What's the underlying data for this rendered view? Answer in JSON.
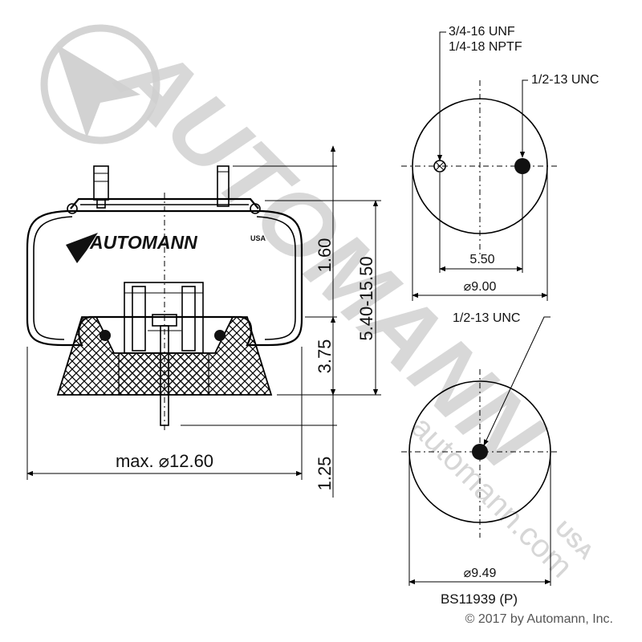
{
  "watermark": {
    "brand": "AUTOMANN",
    "url": "automann.com",
    "mark": "USA",
    "color": "#cfcfcf"
  },
  "logo": {
    "brand": "AUTOMANN",
    "mark": "USA"
  },
  "side_view": {
    "max_diameter_label": "max. ⌀12.60",
    "dims": {
      "top_height": "1.60",
      "base_height": "3.75",
      "stud_length": "1.25",
      "overall_range": "5.40-15.50"
    }
  },
  "top_plate_view": {
    "port_labels": [
      "3/4-16 UNF",
      "1/4-18 NPTF"
    ],
    "stud_label": "1/2-13 UNC",
    "spacing": "5.50",
    "diameter": "⌀9.00"
  },
  "bottom_view": {
    "stud_label": "1/2-13 UNC",
    "diameter": "⌀9.49"
  },
  "part_number": "BS11939 (P)",
  "copyright": "© 2017 by Automann, Inc."
}
